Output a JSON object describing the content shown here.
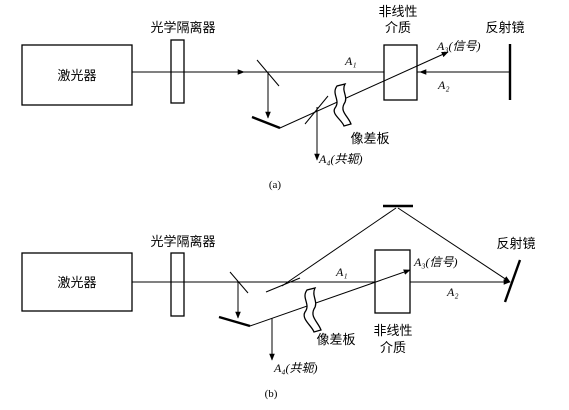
{
  "panel_a": {
    "laser": "激光器",
    "isolator": "光学隔离器",
    "medium_line1": "非线性",
    "medium_line2": "介质",
    "mirror": "反射镜",
    "plate": "像差板",
    "a1": "A₁",
    "a2": "A₂",
    "a3": "A₃(信号)",
    "a4": "A₄(共轭)",
    "caption": "(a)"
  },
  "panel_b": {
    "laser": "激光器",
    "isolator": "光学隔离器",
    "medium_line1": "非线性",
    "medium_line2": "介质",
    "mirror": "反射镜",
    "plate": "像差板",
    "a1": "A₁",
    "a2": "A₂",
    "a3": "A₃(信号)",
    "a4": "A₄(共轭)",
    "caption": "(b)"
  }
}
